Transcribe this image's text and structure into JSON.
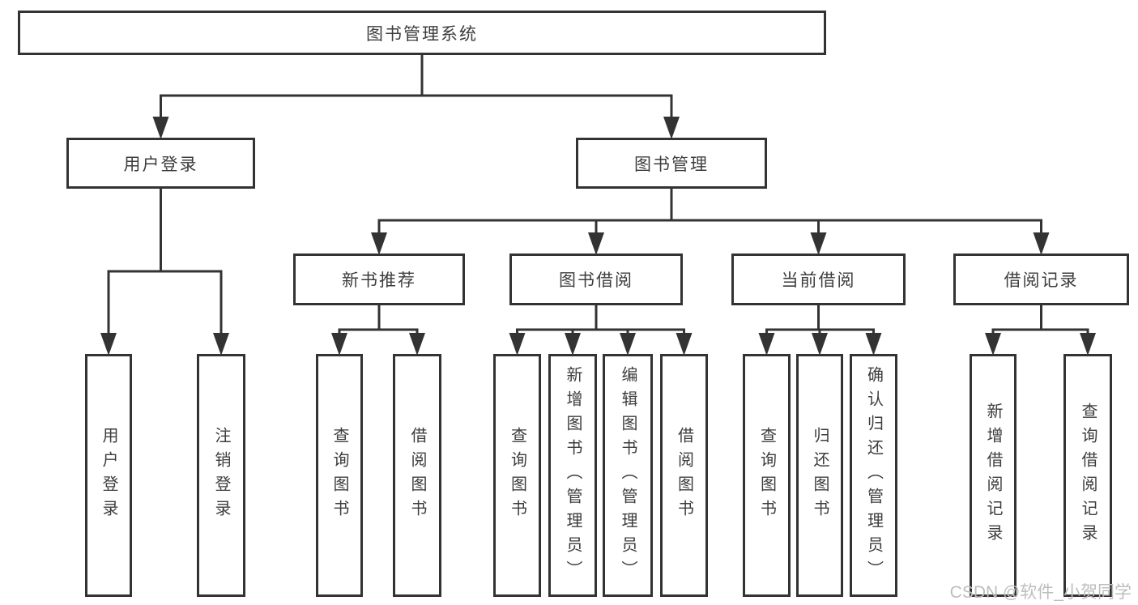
{
  "diagram": {
    "title": "图书管理系统",
    "nodes": [
      {
        "id": "library-system",
        "label": "图书管理系统"
      },
      {
        "id": "user-login",
        "label": "用户登录"
      },
      {
        "id": "book-management",
        "label": "图书管理"
      },
      {
        "id": "new-book-recommend",
        "label": "新书推荐"
      },
      {
        "id": "book-borrowing",
        "label": "图书借阅"
      },
      {
        "id": "current-borrowing",
        "label": "当前借阅"
      },
      {
        "id": "borrowing-records",
        "label": "借阅记录"
      },
      {
        "id": "user-login-action",
        "label": "用户登录"
      },
      {
        "id": "logout-action",
        "label": "注销登录"
      },
      {
        "id": "nbr-query-books",
        "label": "查询图书"
      },
      {
        "id": "nbr-borrow-books",
        "label": "借阅图书"
      },
      {
        "id": "bb-query-books",
        "label": "查询图书"
      },
      {
        "id": "bb-add-books-admin",
        "label": "新增图书（管理员）"
      },
      {
        "id": "bb-edit-books-admin",
        "label": "编辑图书（管理员）"
      },
      {
        "id": "bb-borrow-books",
        "label": "借阅图书"
      },
      {
        "id": "cb-query-books",
        "label": "查询图书"
      },
      {
        "id": "cb-return-books",
        "label": "归还图书"
      },
      {
        "id": "cb-confirm-return-admin",
        "label": "确认归还（管理员）"
      },
      {
        "id": "br-add-record",
        "label": "新增借阅记录"
      },
      {
        "id": "br-query-record",
        "label": "查询借阅记录"
      }
    ],
    "groups": [
      {
        "parent": "library-system",
        "children": [
          "user-login",
          "book-management"
        ]
      },
      {
        "parent": "user-login",
        "children": [
          "user-login-action",
          "logout-action"
        ]
      },
      {
        "parent": "book-management",
        "children": [
          "new-book-recommend",
          "book-borrowing",
          "current-borrowing",
          "borrowing-records"
        ]
      },
      {
        "parent": "new-book-recommend",
        "children": [
          "nbr-query-books",
          "nbr-borrow-books"
        ]
      },
      {
        "parent": "book-borrowing",
        "children": [
          "bb-query-books",
          "bb-add-books-admin",
          "bb-edit-books-admin",
          "bb-borrow-books"
        ]
      },
      {
        "parent": "current-borrowing",
        "children": [
          "cb-query-books",
          "cb-return-books",
          "cb-confirm-return-admin"
        ]
      },
      {
        "parent": "borrowing-records",
        "children": [
          "br-add-record",
          "br-query-record"
        ]
      }
    ]
  },
  "watermark": {
    "text": "CSDN @软件_小贺同学"
  },
  "colors": {
    "line": "#333333",
    "text": "#3d3d3d",
    "background": "#ffffff",
    "watermark": "#bdbdbd"
  }
}
